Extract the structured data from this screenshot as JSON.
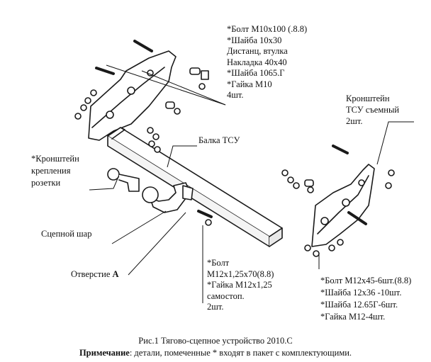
{
  "labels": {
    "bolt_kit_top": [
      "*Болт М10х100 (.8.8)",
      "*Шайба 10х30",
      "Дистанц, втулка",
      "Накладка 40х40",
      "*Шайба 1065.Г",
      "*Гайка М10",
      "4шт."
    ],
    "bracket_removable": [
      "Кронштейн",
      "ТСУ съемный",
      "2шт."
    ],
    "beam": "Балка ТСУ",
    "socket_bracket": [
      "*Кронштейн",
      "крепления",
      "розетки"
    ],
    "ball": "Сцепной шар",
    "hole_a_prefix": "Отверстие ",
    "hole_a_letter": "А",
    "bolt_kit_center": [
      "*Болт",
      "М12х1,25х70(8.8)",
      "*Гайка М12х1,25",
      "самостоп.",
      "2шт."
    ],
    "bolt_kit_right": [
      "*Болт М12х45-6шт.(8.8)",
      "*Шайба 12х36 -10шт.",
      "*Шайба 12.65Г-6шт.",
      "*Гайка М12-4шт."
    ]
  },
  "caption": {
    "title": "Рис.1 Тягово-сцепное устройство 2010.С",
    "note_label": "Примечание",
    "note_text": ": детали, помеченные * входят в пакет с комплектующими."
  },
  "colors": {
    "line": "#111111",
    "part_fill": "#ffffff",
    "part_stroke": "#1a1a1a"
  }
}
